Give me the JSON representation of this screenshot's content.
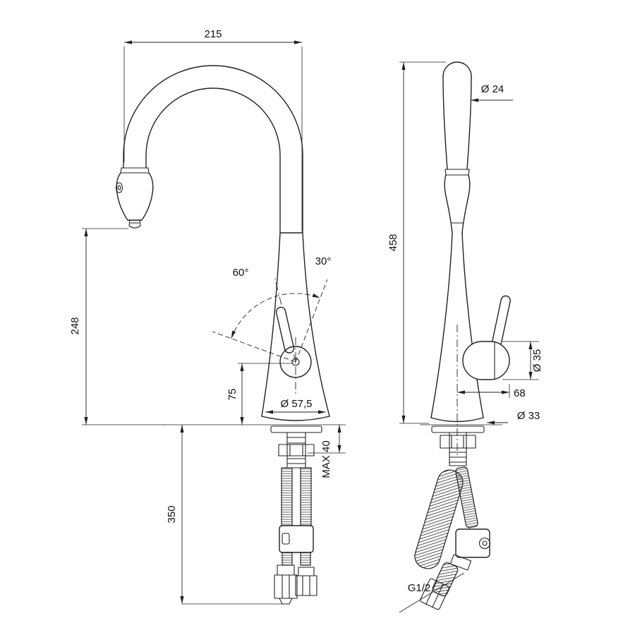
{
  "front_view": {
    "dim_width_top": "215",
    "dim_spout_height": "248",
    "dim_handle_height": "75",
    "dim_base_diameter": "Ø 57,5",
    "dim_counter_max": "MAX 40",
    "dim_hose_length": "350",
    "angle_left": "60°",
    "angle_right": "30°"
  },
  "side_view": {
    "dim_total_height": "458",
    "dim_spout_diameter": "Ø 24",
    "dim_handle_diameter": "Ø 35",
    "dim_handle_reach": "68",
    "dim_shank_diameter": "Ø 33",
    "dim_thread": "G1/2"
  }
}
